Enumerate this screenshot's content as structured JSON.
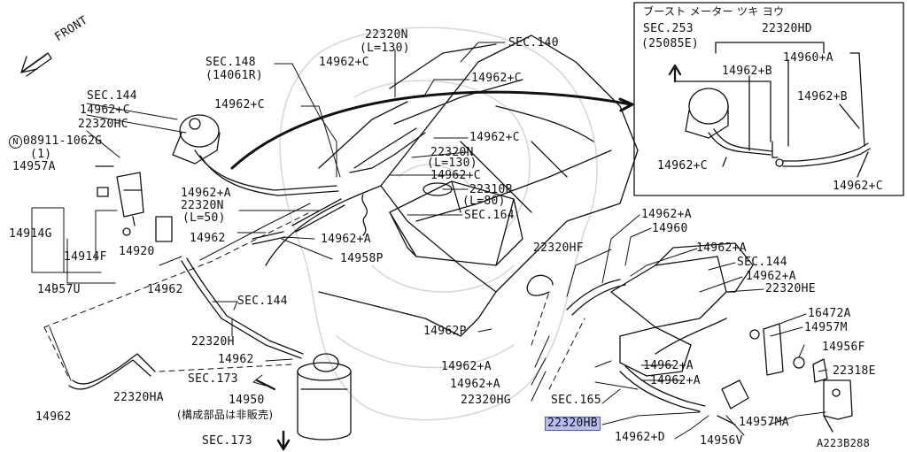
{
  "diagram": {
    "code": "A223B288",
    "highlight_color": "#b9bdf5",
    "front_label": "FRONT",
    "inset": {
      "title": "ブースト メーター ツキ ヨウ",
      "sec_ref": "SEC.253",
      "sec_ref_sub": "(25085E)",
      "parts": [
        "22320HD",
        "14960+A",
        "14962+B",
        "14962+B",
        "14962+C",
        "14962+C"
      ]
    },
    "labels": {
      "sec140": "SEC.140",
      "p22320N_top": "22320N",
      "l130_top": "(L=130)",
      "sec148": "SEC.148",
      "p14061R": "(14061R)",
      "c_top1": "14962+C",
      "c_top2": "14962+C",
      "c_left": "14962+C",
      "c_mid1": "14962+C",
      "p22320N_mid": "22320N",
      "l130_mid": "(L=130)",
      "c_mid2": "14962+C",
      "p22310B": "22310B",
      "l80": "(L=80)",
      "sec164": "SEC.164",
      "a_left": "14962+A",
      "p22320N_left": "22320N",
      "l50": "(L=50)",
      "p14962_mid": "14962",
      "a_mid": "14962+A",
      "p14958P": "14958P",
      "sec144_l": "SEC.144",
      "c_sec144": "14962+C",
      "p22320HC": "22320HC",
      "n_part": "08911-1062G",
      "n_qty": "(1)",
      "n_symbol": "N",
      "p14957A": "14957A",
      "p14914G": "14914G",
      "p14914F": "14914F",
      "p14920": "14920",
      "p14957U": "14957U",
      "p14962_l": "14962",
      "sec144_m": "SEC.144",
      "p22320H": "22320H",
      "p14962_b": "14962",
      "sec173_a": "SEC.173",
      "p14962_bl": "14962",
      "p22320HA": "22320HA",
      "p14950": "14950",
      "p14950_note": "(構成部品は非販売)",
      "sec173_b": "SEC.173",
      "p14962P": "14962P",
      "a_r1": "14962+A",
      "p14960": "14960",
      "a_r2": "14962+A",
      "sec144_r": "SEC.144",
      "a_r3": "14962+A",
      "p22320HF": "22320HF",
      "p22320HE": "22320HE",
      "p16472A": "16472A",
      "p14957M": "14957M",
      "p14956F": "14956F",
      "p22318E": "22318E",
      "a_b1": "14962+A",
      "a_b2": "14962+A",
      "a_b3": "14962+A",
      "a_b4": "14962+A",
      "p22320HG": "22320HG",
      "sec165": "SEC.165",
      "p22320HB": "22320HB",
      "d_part": "14962+D",
      "p14956V": "14956V",
      "p14957MA": "14957MA"
    }
  }
}
